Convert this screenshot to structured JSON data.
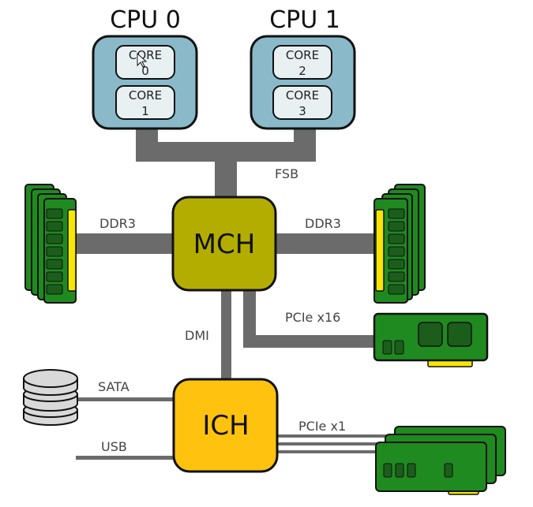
{
  "cpus": [
    {
      "title": "CPU 0",
      "cores": [
        {
          "line1": "CORE",
          "line2": "0"
        },
        {
          "line1": "CORE",
          "line2": "1"
        }
      ]
    },
    {
      "title": "CPU 1",
      "cores": [
        {
          "line1": "CORE",
          "line2": "2"
        },
        {
          "line1": "CORE",
          "line2": "3"
        }
      ]
    }
  ],
  "chips": {
    "mch": "MCH",
    "ich": "ICH"
  },
  "buses": {
    "fsb": "FSB",
    "ddr3_left": "DDR3",
    "ddr3_right": "DDR3",
    "pcie_x16": "PCIe x16",
    "dmi": "DMI",
    "sata": "SATA",
    "usb": "USB",
    "pcie_x1": "PCIe x1"
  },
  "colors": {
    "cpu_fill": "#8ab9c9",
    "core_fill": "#e8f0f2",
    "mch_fill": "#b3ad00",
    "ich_fill": "#ffc20e",
    "bus": "#6b6b6b",
    "pcb": "#1f8a1f",
    "chip_dark": "#1b5e1b",
    "contact": "#f7e600",
    "disk": "#d9d9d9"
  }
}
